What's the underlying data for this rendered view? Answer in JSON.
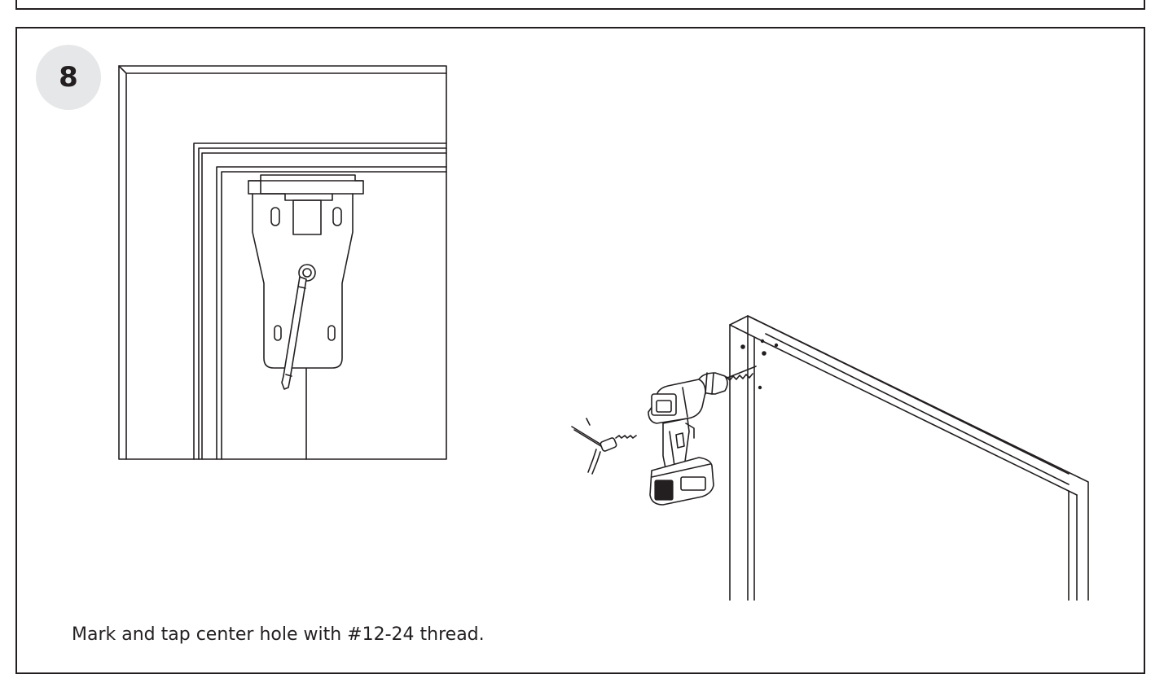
{
  "step": {
    "number": "8",
    "instruction": "Mark and tap center hole with #12-24 thread."
  },
  "illustrations": {
    "detail_view": "bracket-center-hole-detail",
    "main_view": "drill-tapping-cabinet-frame"
  }
}
